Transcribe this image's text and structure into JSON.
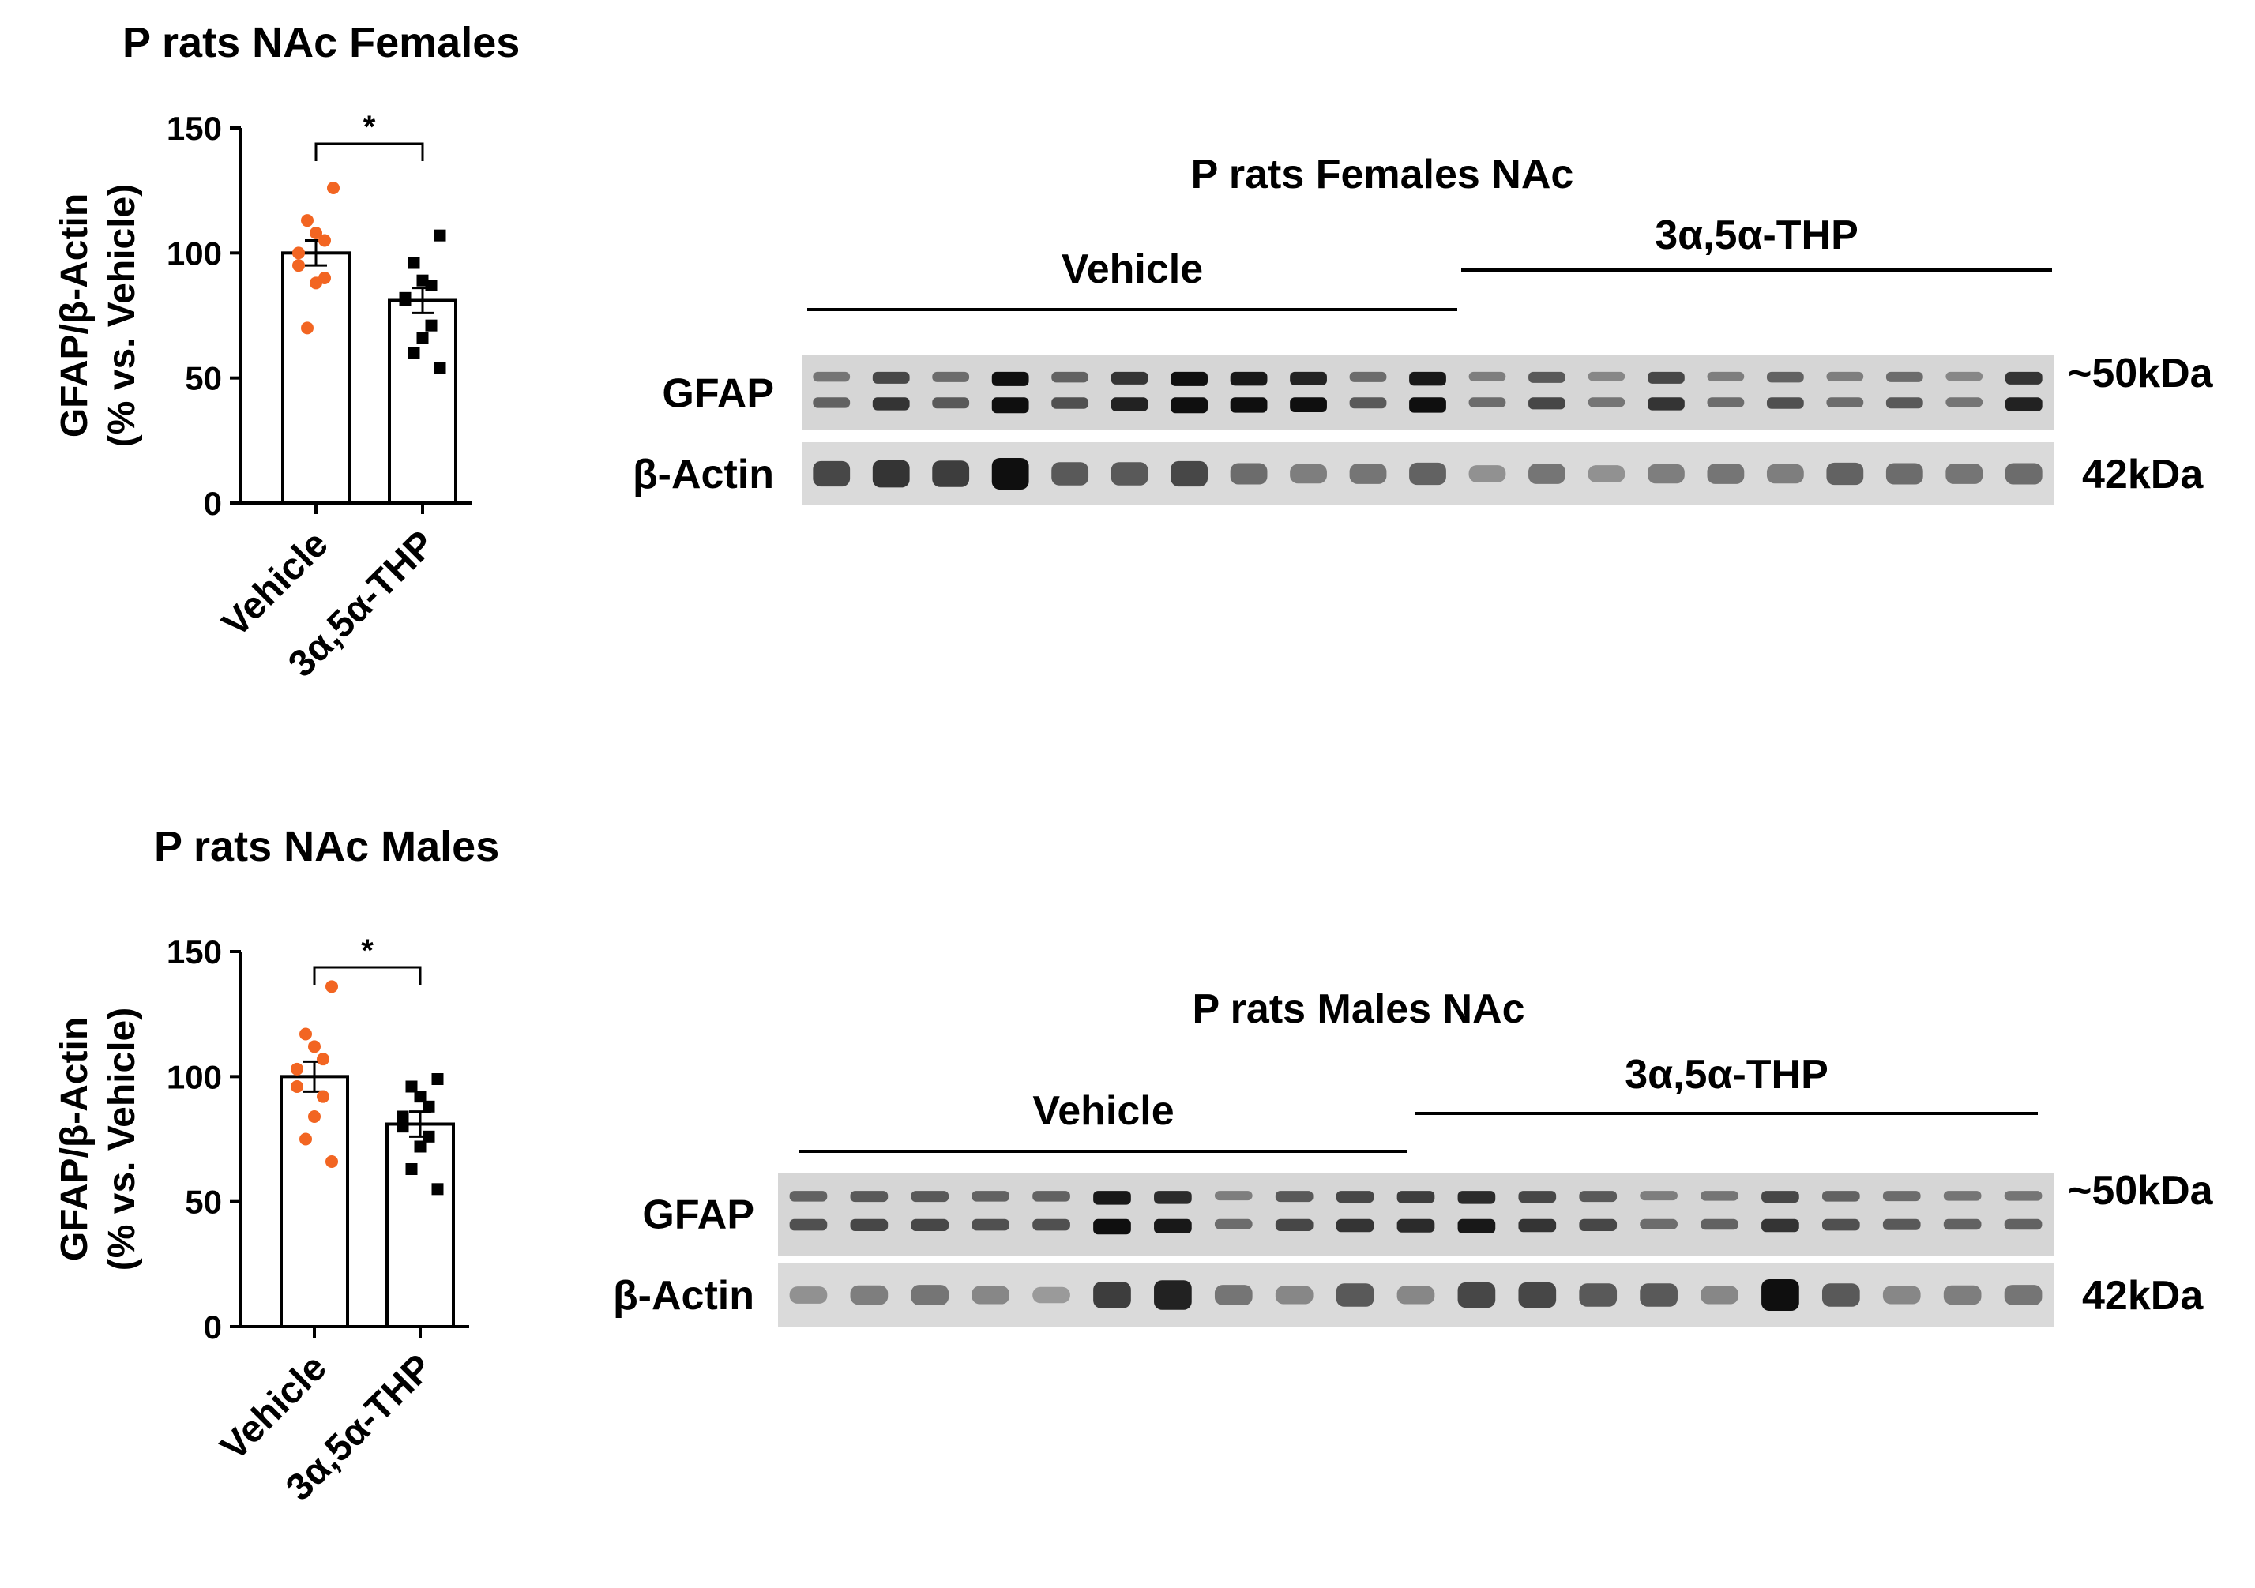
{
  "chart_data": [
    {
      "type": "bar",
      "title": "P rats NAc Females",
      "ylabel": [
        "GFAP/β-Actin",
        "(% vs. Vehicle)"
      ],
      "ylim": [
        0,
        150
      ],
      "yticks": [
        0,
        50,
        100,
        150
      ],
      "categories": [
        "Vehicle",
        "3α,5α-THP"
      ],
      "values": [
        100,
        81
      ],
      "errors": [
        5,
        5
      ],
      "points": [
        [
          126,
          113,
          108,
          105,
          100,
          95,
          90,
          88,
          70
        ],
        [
          107,
          96,
          89,
          87,
          82,
          81,
          71,
          66,
          60,
          54
        ]
      ],
      "point_colors": [
        "#f26522",
        "#000000"
      ],
      "significance": "*"
    },
    {
      "type": "bar",
      "title": "P rats NAc Males",
      "ylabel": [
        "GFAP/β-Actin",
        "(% vs. Vehicle)"
      ],
      "ylim": [
        0,
        150
      ],
      "yticks": [
        0,
        50,
        100,
        150
      ],
      "categories": [
        "Vehicle",
        "3α,5α-THP"
      ],
      "values": [
        100,
        81
      ],
      "errors": [
        6,
        5
      ],
      "points": [
        [
          136,
          117,
          112,
          107,
          103,
          96,
          92,
          84,
          75,
          66
        ],
        [
          99,
          96,
          92,
          88,
          84,
          80,
          76,
          72,
          63,
          55
        ]
      ],
      "point_colors": [
        "#f26522",
        "#000000"
      ],
      "significance": "*"
    }
  ],
  "blots": [
    {
      "title": "P rats Females NAc",
      "groups": [
        "Vehicle",
        "3α,5α-THP"
      ],
      "rows": [
        "GFAP",
        "β-Actin"
      ],
      "markers": [
        "~50kDa",
        "42kDa"
      ],
      "lanes": [
        11,
        10
      ],
      "gfap_intensity": [
        0.45,
        0.7,
        0.5,
        1.0,
        0.55,
        0.8,
        1.0,
        0.95,
        0.9,
        0.5,
        0.95,
        0.4,
        0.6,
        0.35,
        0.7,
        0.4,
        0.55,
        0.4,
        0.5,
        0.35,
        0.8
      ],
      "actin_intensity": [
        0.7,
        0.8,
        0.75,
        1.0,
        0.6,
        0.6,
        0.7,
        0.5,
        0.4,
        0.45,
        0.55,
        0.3,
        0.45,
        0.3,
        0.4,
        0.45,
        0.4,
        0.55,
        0.5,
        0.45,
        0.5
      ]
    },
    {
      "title": "P rats Males NAc",
      "groups": [
        "Vehicle",
        "3α,5α-THP"
      ],
      "rows": [
        "GFAP",
        "β-Actin"
      ],
      "markers": [
        "~50kDa",
        "42kDa"
      ],
      "lanes": [
        10,
        11
      ],
      "gfap_intensity": [
        0.55,
        0.6,
        0.6,
        0.55,
        0.55,
        0.95,
        0.85,
        0.4,
        0.6,
        0.7,
        0.75,
        0.85,
        0.7,
        0.6,
        0.4,
        0.45,
        0.7,
        0.55,
        0.5,
        0.45,
        0.45
      ],
      "actin_intensity": [
        0.3,
        0.4,
        0.45,
        0.35,
        0.25,
        0.75,
        0.9,
        0.45,
        0.35,
        0.6,
        0.35,
        0.7,
        0.7,
        0.6,
        0.6,
        0.35,
        1.0,
        0.6,
        0.35,
        0.4,
        0.45
      ]
    }
  ]
}
